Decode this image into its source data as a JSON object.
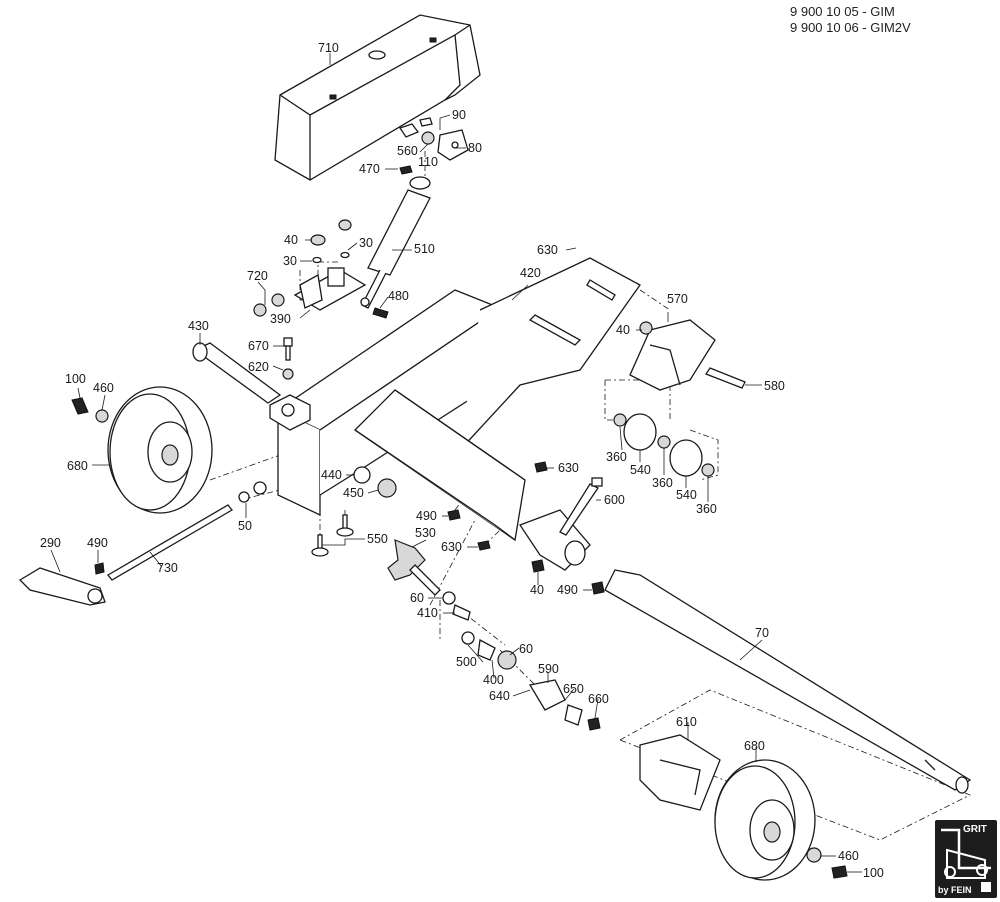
{
  "model_codes": [
    "9 900 10 05 - GIM",
    "9 900 10 06 - GIM2V"
  ],
  "logo": {
    "top_text": "GRIT",
    "bottom_text": "by FEIN",
    "icon": "belt-grinder-icon"
  },
  "labels": [
    {
      "id": "l710",
      "text": "710"
    },
    {
      "id": "l90",
      "text": "90"
    },
    {
      "id": "l80",
      "text": "80"
    },
    {
      "id": "l560",
      "text": "560"
    },
    {
      "id": "l110",
      "text": "110"
    },
    {
      "id": "l470",
      "text": "470"
    },
    {
      "id": "l40a",
      "text": "40"
    },
    {
      "id": "l30a",
      "text": "30"
    },
    {
      "id": "l30b",
      "text": "30"
    },
    {
      "id": "l510",
      "text": "510"
    },
    {
      "id": "l720",
      "text": "720"
    },
    {
      "id": "l480",
      "text": "480"
    },
    {
      "id": "l390",
      "text": "390"
    },
    {
      "id": "l630a",
      "text": "630"
    },
    {
      "id": "l420",
      "text": "420"
    },
    {
      "id": "l570",
      "text": "570"
    },
    {
      "id": "l40b",
      "text": "40"
    },
    {
      "id": "l430",
      "text": "430"
    },
    {
      "id": "l670",
      "text": "670"
    },
    {
      "id": "l620",
      "text": "620"
    },
    {
      "id": "l580",
      "text": "580"
    },
    {
      "id": "l100a",
      "text": "100"
    },
    {
      "id": "l460a",
      "text": "460"
    },
    {
      "id": "l680a",
      "text": "680"
    },
    {
      "id": "l360a",
      "text": "360"
    },
    {
      "id": "l540a",
      "text": "540"
    },
    {
      "id": "l360b",
      "text": "360"
    },
    {
      "id": "l540b",
      "text": "540"
    },
    {
      "id": "l360c",
      "text": "360"
    },
    {
      "id": "l630b",
      "text": "630"
    },
    {
      "id": "l440",
      "text": "440"
    },
    {
      "id": "l450",
      "text": "450"
    },
    {
      "id": "l600",
      "text": "600"
    },
    {
      "id": "l50",
      "text": "50"
    },
    {
      "id": "l490a",
      "text": "490"
    },
    {
      "id": "l530",
      "text": "530"
    },
    {
      "id": "l550",
      "text": "550"
    },
    {
      "id": "l290",
      "text": "290"
    },
    {
      "id": "l490b",
      "text": "490"
    },
    {
      "id": "l630c",
      "text": "630"
    },
    {
      "id": "l730",
      "text": "730"
    },
    {
      "id": "l40c",
      "text": "40"
    },
    {
      "id": "l490c",
      "text": "490"
    },
    {
      "id": "l60a",
      "text": "60"
    },
    {
      "id": "l410",
      "text": "410"
    },
    {
      "id": "l70",
      "text": "70"
    },
    {
      "id": "l60b",
      "text": "60"
    },
    {
      "id": "l500",
      "text": "500"
    },
    {
      "id": "l590",
      "text": "590"
    },
    {
      "id": "l400",
      "text": "400"
    },
    {
      "id": "l650",
      "text": "650"
    },
    {
      "id": "l640",
      "text": "640"
    },
    {
      "id": "l660",
      "text": "660"
    },
    {
      "id": "l610",
      "text": "610"
    },
    {
      "id": "l680b",
      "text": "680"
    },
    {
      "id": "l460b",
      "text": "460"
    },
    {
      "id": "l100b",
      "text": "100"
    }
  ]
}
